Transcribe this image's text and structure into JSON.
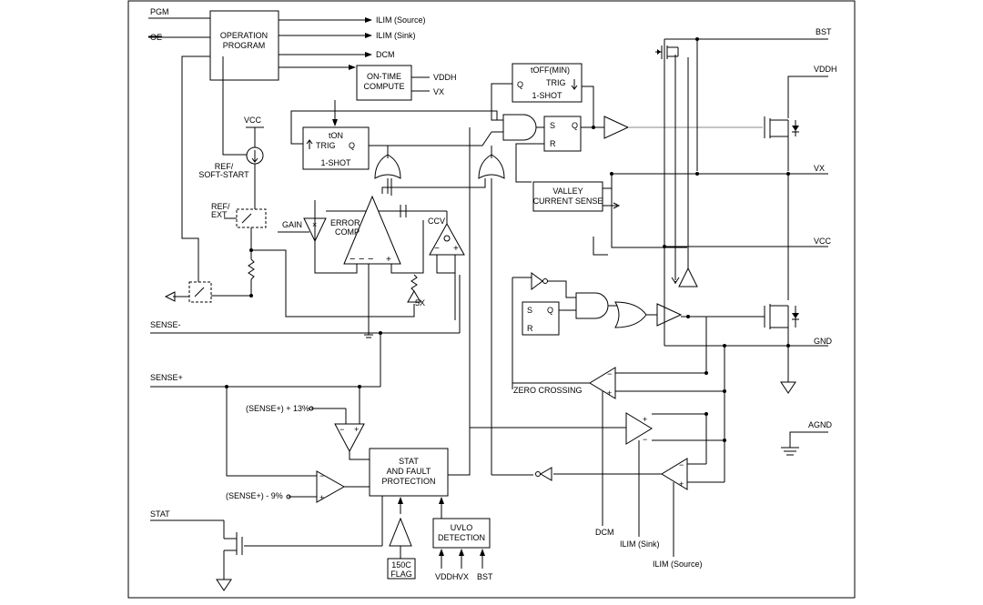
{
  "pins": {
    "pgm": "PGM",
    "oe": "OE",
    "sense_minus": "SENSE-",
    "sense_plus": "SENSE+",
    "stat": "STAT",
    "bst": "BST",
    "vddh": "VDDH",
    "vx": "VX",
    "vcc": "VCC",
    "gnd": "GND",
    "agnd": "AGND"
  },
  "outputs": {
    "ilim_source": "ILIM (Source)",
    "ilim_sink": "ILIM (Sink)",
    "dcm": "DCM"
  },
  "blocks": {
    "operation_program": [
      "OPERATION",
      "PROGRAM"
    ],
    "on_time_compute": [
      "ON-TIME",
      "COMPUTE"
    ],
    "on_time_vddh": "VDDH",
    "on_time_vx": "VX",
    "ton_oneshot": {
      "label": "tON",
      "trig": "TRIG",
      "q": "Q",
      "name": "1-SHOT"
    },
    "toff_oneshot": {
      "label": "tOFF(MIN)",
      "trig": "TRIG",
      "q": "Q",
      "name": "1-SHOT"
    },
    "sr_top": {
      "s": "S",
      "q": "Q",
      "r": "R"
    },
    "sr_bottom": {
      "s": "S",
      "q": "Q",
      "r": "R"
    },
    "valley_current_sense": [
      "VALLEY",
      "CURRENT SENSE"
    ],
    "stat_fault": [
      "STAT",
      "AND FAULT",
      "PROTECTION"
    ],
    "uvlo": [
      "UVLO",
      "DETECTION"
    ],
    "flag_150c": [
      "150C",
      "FLAG"
    ],
    "uvlo_inputs": [
      "VDDH",
      "VX",
      "BST"
    ]
  },
  "labels": {
    "vcc_ref": "VCC",
    "ref_softstart": [
      "REF/",
      "SOFT-START"
    ],
    "ref_ext": [
      "REF/",
      "EXT"
    ],
    "gain": "GAIN",
    "gain_symbol": "×",
    "error_comp": [
      "ERROR",
      "COMP"
    ],
    "ccv": "CCV",
    "fivex": "5X",
    "zero_crossing": "ZERO CROSSING",
    "sense_plus_13": "(SENSE+) + 13%",
    "sense_plus_minus9": "(SENSE+) - 9%",
    "dcm_in": "DCM",
    "ilim_sink_in": "ILIM (Sink)",
    "ilim_source_in": "ILIM (Source)"
  }
}
